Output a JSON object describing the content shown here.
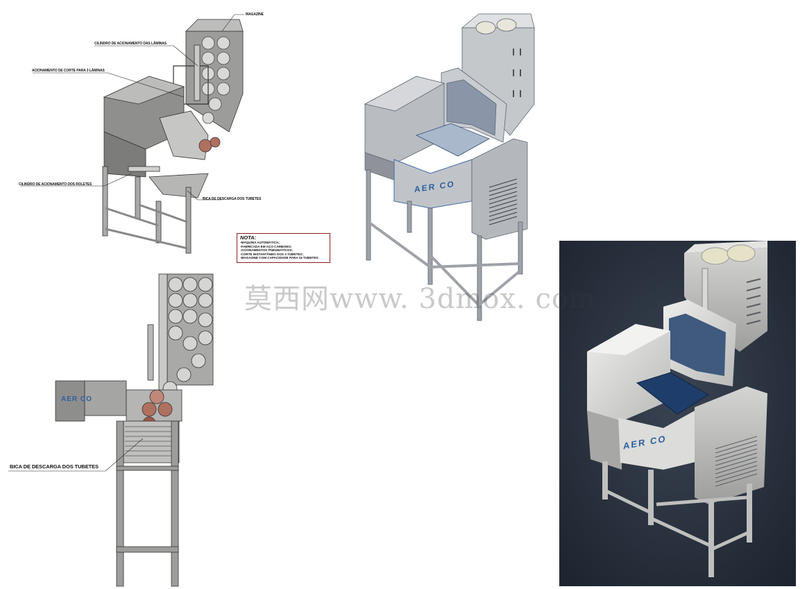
{
  "callouts": {
    "magazine": "MAGAZINE",
    "cilindro_laminas": "CILINDRO DE ACIONAMENTO DAS LÂMINAS",
    "acionamento_corte": "ACIONAMENTO DE CORTE PARA 3 LÂMINAS",
    "cilindro_roletes": "CILINDRO DE ACIONAMENTO DOS ROLETES",
    "bica_descarga_top": "BICA DE DESCARGA DOS TUBETES",
    "bica_descarga_side": "BICA DE DESCARGA DOS TUBETES"
  },
  "note": {
    "title": "NOTA:",
    "lines": [
      "-MÁQUINA AUTOMÁTICA;",
      "-FABRICADA EM AÇO CARBONO;",
      "-ACIONAMENTOS PNEUMÁTICOS;",
      "-CORTE INSTANTÂNEO DOS 3 TUBETES;",
      "-MAGAZINE COM CAPACIDADE PARA 16 TUBETES."
    ]
  },
  "brand": "AER CO",
  "watermark": "莫西网www. 3dmox. com",
  "colors": {
    "note_border": "#8b1f1f",
    "render_bg": "#2a3342",
    "machine_grey": "#a8a8a6",
    "roller_red": "#b07060",
    "brand_blue": "#2d5f9e"
  }
}
